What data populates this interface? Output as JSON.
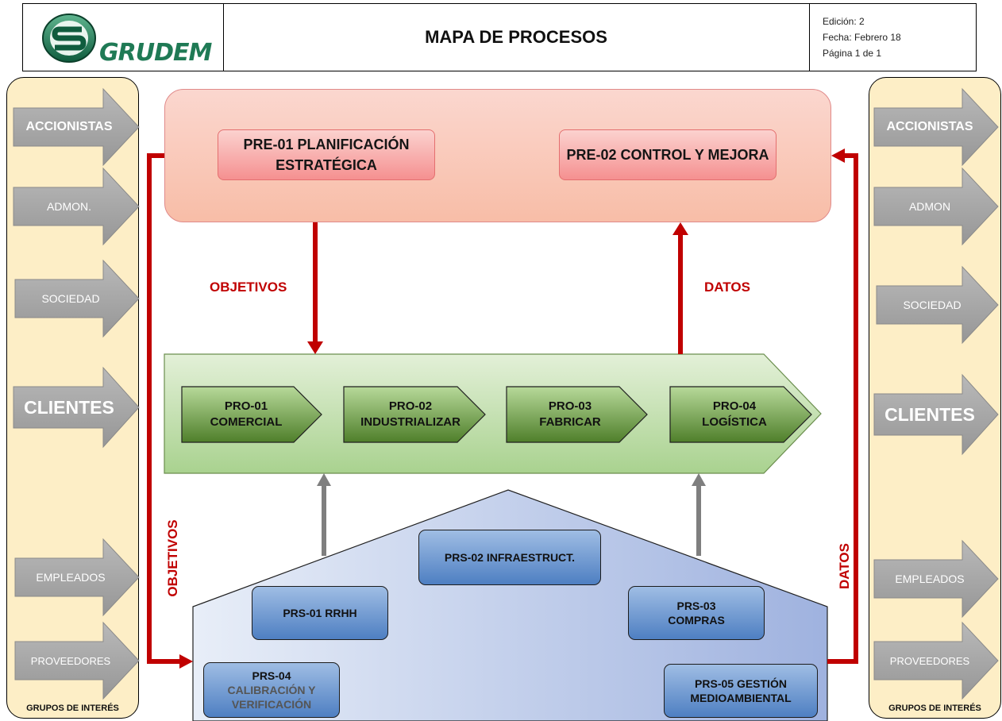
{
  "header": {
    "logo_text": "GRUDEM",
    "title": "MAPA DE PROCESOS",
    "edition": "Edición: 2",
    "date": "Fecha: Febrero 18",
    "page": "Página 1 de 1"
  },
  "left_panel": {
    "items": [
      "ACCIONISTAS",
      "ADMON.",
      "SOCIEDAD",
      "CLIENTES",
      "EMPLEADOS",
      "PROVEEDORES"
    ],
    "footer": "GRUPOS DE INTERÉS"
  },
  "right_panel": {
    "items": [
      "ACCIONISTAS",
      "ADMON",
      "SOCIEDAD",
      "CLIENTES",
      "EMPLEADOS",
      "PROVEEDORES"
    ],
    "footer": "GRUPOS DE INTERÉS"
  },
  "strategic": {
    "pre01": "PRE-01 PLANIFICACIÓN ESTRATÉGICA",
    "pre02": "PRE-02 CONTROL Y MEJORA"
  },
  "flow_labels": {
    "objetivos": "OBJETIVOS",
    "datos": "DATOS",
    "objetivos_vertical": "OBJETIVOS",
    "datos_vertical": "DATOS"
  },
  "operational": {
    "pro01": {
      "code": "PRO-01",
      "name": "COMERCIAL"
    },
    "pro02": {
      "code": "PRO-02",
      "name": "INDUSTRIALIZAR"
    },
    "pro03": {
      "code": "PRO-03",
      "name": "FABRICAR"
    },
    "pro04": {
      "code": "PRO-04",
      "name": "LOGÍSTICA"
    }
  },
  "support": {
    "prs01": "PRS-01 RRHH",
    "prs02": "PRS-02 INFRAESTRUCT.",
    "prs03_code": "PRS-03",
    "prs03_name": "COMPRAS",
    "prs04_code": "PRS-04",
    "prs04_name": "CALIBRACIÓN Y VERIFICACIÓN",
    "prs05": "PRS-05 GESTIÓN MEDIOAMBIENTAL"
  },
  "colors": {
    "red": "#c00000",
    "side_bg": "#fdeec6",
    "arrow_gray": "#a6a6a6",
    "pro_green": "#4f7f2a",
    "prs_blue": "#4e7fc2"
  }
}
